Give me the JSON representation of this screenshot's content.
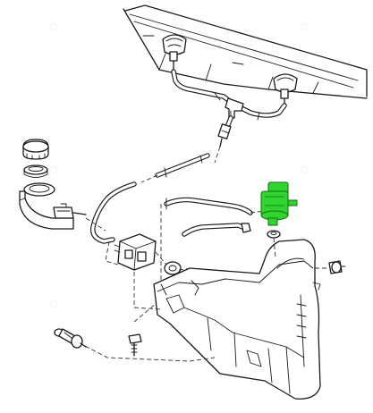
{
  "diagram": {
    "highlight_color": "#2fd42f",
    "line_color": "#1a1a1a",
    "parts": [
      {
        "name": "hood-panel"
      },
      {
        "name": "washer-jet-left"
      },
      {
        "name": "washer-jet-right"
      },
      {
        "name": "hose-connector-tee"
      },
      {
        "name": "check-valve"
      },
      {
        "name": "filler-cap"
      },
      {
        "name": "filler-cap-seal"
      },
      {
        "name": "filler-neck"
      },
      {
        "name": "feed-hose"
      },
      {
        "name": "level-sensor-bracket"
      },
      {
        "name": "grommet"
      },
      {
        "name": "washer-pump"
      },
      {
        "name": "pump-seal"
      },
      {
        "name": "washer-reservoir"
      },
      {
        "name": "reservoir-plug"
      },
      {
        "name": "mounting-bolt"
      },
      {
        "name": "level-switch"
      }
    ]
  }
}
